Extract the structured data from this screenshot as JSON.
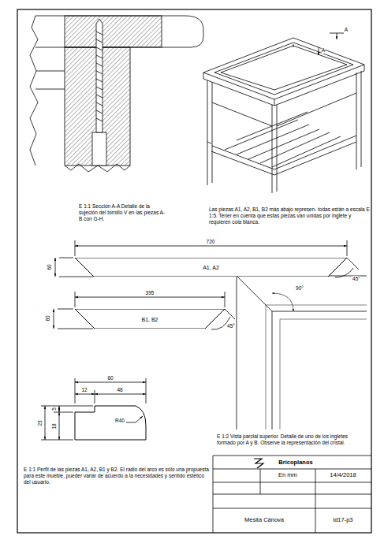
{
  "diagram": {
    "nodes": [
      {
        "text": [
          "A1, A2"
        ]
      },
      {
        "text": [
          "B1, B2"
        ]
      }
    ],
    "labels": [
      "E 1:1 Sección A-A Detalle de la sujeción del tornillo V en las piezas A- B con G-H.",
      "A",
      "A",
      "Las piezas A1, A2, B1, B2 más abajo represen- todas están a escala E 1:5. Tener en cuenta que estas piezas van unidas por inglete y requieren cola blanca.",
      "720",
      "60",
      "45°",
      "395",
      "60",
      "45°",
      "60",
      "12",
      "48",
      "5",
      "23",
      "18",
      "R40",
      "90°",
      "E 1:2 Vista parcial superior. Detalle de uno de los ingletes formado por A y B. Observe la representación del cristal.",
      "E 1:1 Perfil de las piezas A1, A2, B1 y B2. El radio del arco es sólo una propuesta para este mueble, pueder variar de acuerdo a la necesidades y sentido estético del usuario.",
      "Bricoplanos",
      "En mm",
      "14/4/2018",
      "Mesita Cánova",
      "ld17-p3"
    ]
  }
}
